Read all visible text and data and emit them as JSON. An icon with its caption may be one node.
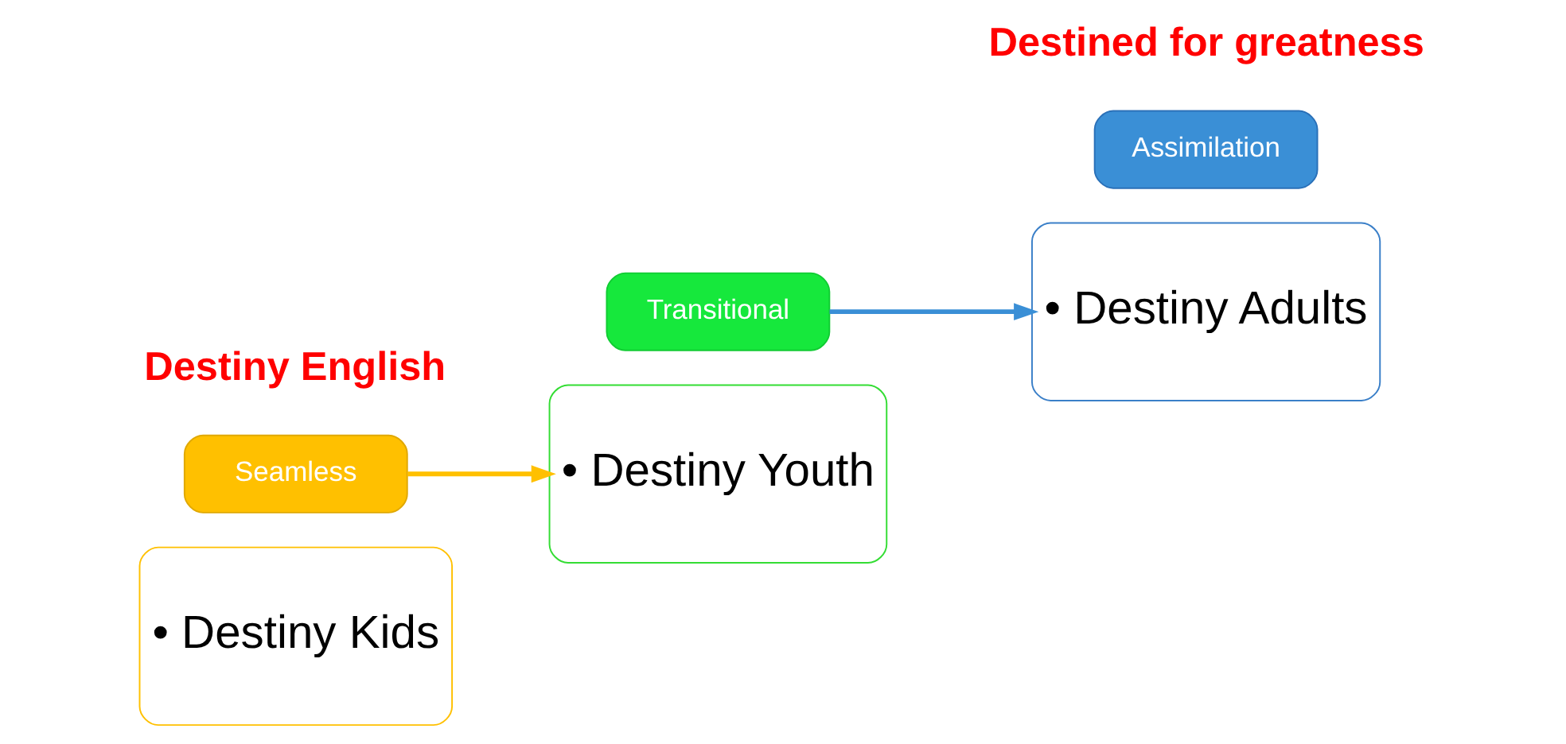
{
  "diagram": {
    "nodes": [
      {
        "text": [
          "• Destiny Kids"
        ]
      },
      {
        "text": [
          "Seamless"
        ]
      },
      {
        "text": [
          "• Destiny Youth"
        ]
      },
      {
        "text": [
          "Transitional"
        ]
      },
      {
        "text": [
          "• Destiny Adults"
        ]
      },
      {
        "text": [
          "Assimilation"
        ]
      }
    ],
    "edges": [
      {
        "from": 1,
        "to": 2,
        "arrow": "to",
        "color": "#ffc000"
      },
      {
        "from": 3,
        "to": 4,
        "arrow": "to",
        "color": "#3a8fd6"
      }
    ],
    "labels": [
      "Destiny English",
      "Destined for greatness"
    ]
  }
}
